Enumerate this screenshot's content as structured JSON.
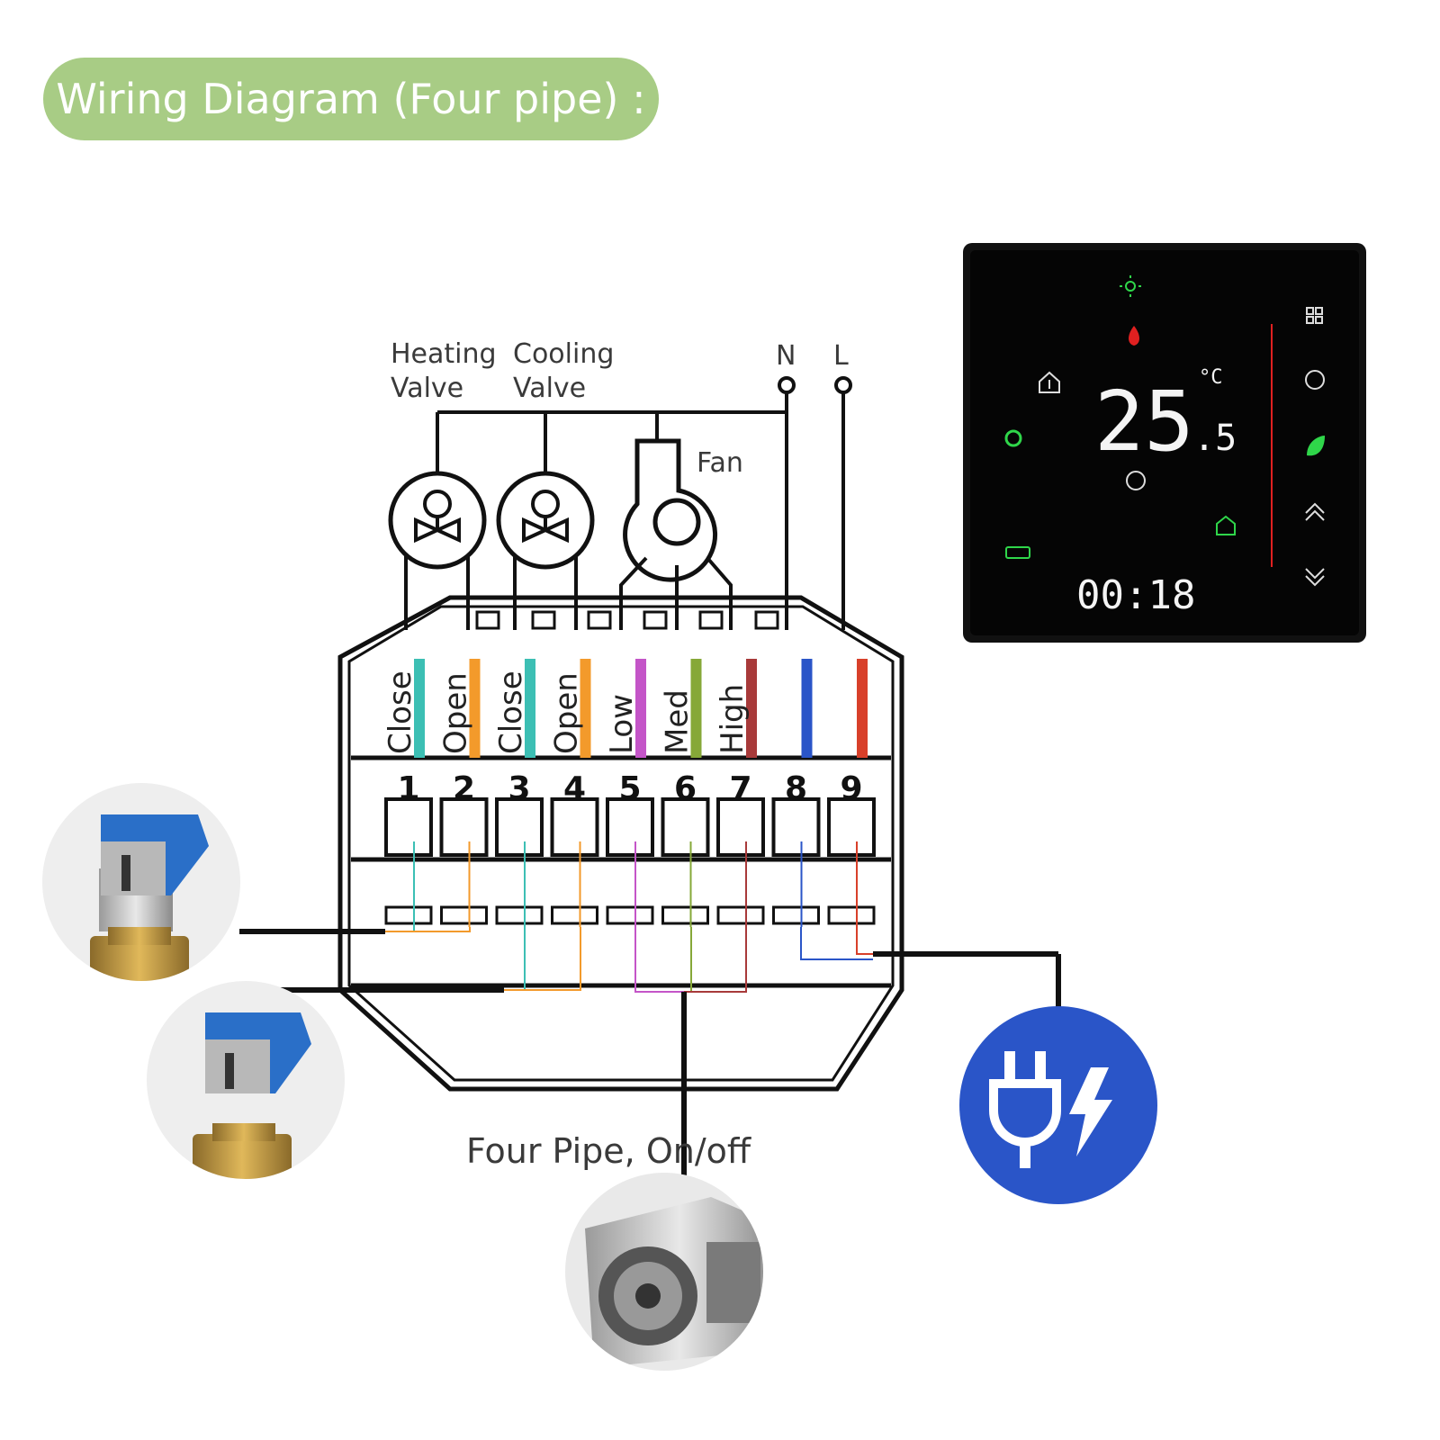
{
  "title": "Wiring Diagram (Four pipe) :",
  "labels": {
    "heating_valve_1": "Heating",
    "heating_valve_2": "Valve",
    "cooling_valve_1": "Cooling",
    "cooling_valve_2": "Valve",
    "fan": "Fan",
    "neutral": "N",
    "live": "L",
    "caption": "Four Pipe, On/off"
  },
  "terminals": [
    {
      "number": "1",
      "label": "Close",
      "color": "#3cbfb4"
    },
    {
      "number": "2",
      "label": "Open",
      "color": "#f39a2b"
    },
    {
      "number": "3",
      "label": "Close",
      "color": "#3cbfb4"
    },
    {
      "number": "4",
      "label": "Open",
      "color": "#f39a2b"
    },
    {
      "number": "5",
      "label": "Low",
      "color": "#c455c8"
    },
    {
      "number": "6",
      "label": "Med",
      "color": "#86a838"
    },
    {
      "number": "7",
      "label": "High",
      "color": "#a83a3a"
    },
    {
      "number": "8",
      "label": "",
      "color": "#2a55c8"
    },
    {
      "number": "9",
      "label": "",
      "color": "#d8402a"
    }
  ],
  "thermostat": {
    "temperature": "25",
    "decimal": ".5",
    "unit": "°C",
    "clock": "00:18"
  },
  "icons": {
    "sun": "sun-icon",
    "flame": "flame-icon",
    "home": "home-icon",
    "eco_leaf": "leaf-icon",
    "menu": "grid-icon",
    "clock": "clock-icon",
    "up": "chevron-up-icon",
    "down": "chevron-down-icon",
    "power": "power-plug-icon"
  },
  "colors": {
    "title_bg": "#a8cc85",
    "power_circle": "#2a55c8",
    "lcd_green": "#2fd64a",
    "lcd_red": "#e02020"
  }
}
